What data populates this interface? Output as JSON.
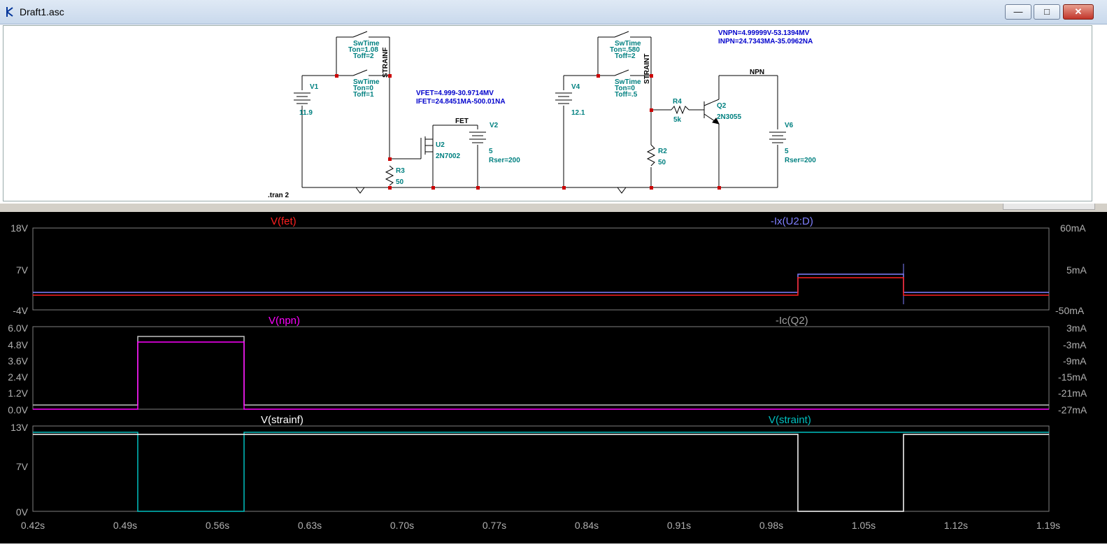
{
  "window": {
    "title": "Draft1.asc",
    "min_label": "—",
    "max_label": "□",
    "close_label": "✕"
  },
  "schematic": {
    "left_switch_top": {
      "name": "SwTime",
      "p1": "Ton=1.08",
      "p2": "Toff=2"
    },
    "left_switch_bottom": {
      "name": "SwTime",
      "p1": "Ton=0",
      "p2": "Toff=1"
    },
    "left_net_label": "STRAINF",
    "v1": {
      "name": "V1",
      "value": "11.9"
    },
    "fet_meas": {
      "line1": "VFET=4.999-30.9714MV",
      "line2": "IFET=24.8451MA-500.01NA"
    },
    "fet_net_label": "FET",
    "u2": {
      "name": "U2",
      "model": "2N7002"
    },
    "v2": {
      "name": "V2",
      "value": "5",
      "rser": "Rser=200"
    },
    "r3": {
      "name": "R3",
      "value": "50"
    },
    "tran": ".tran 2",
    "right_switch_top": {
      "name": "SwTime",
      "p1": "Ton=.580",
      "p2": "Toff=2"
    },
    "right_switch_bottom": {
      "name": "SwTime",
      "p1": "Ton=0",
      "p2": "Toff=.5"
    },
    "right_net_label": "STRAINT",
    "v4": {
      "name": "V4",
      "value": "12.1"
    },
    "npn_meas": {
      "line1": "VNPN=4.99999V-53.1394MV",
      "line2": "INPN=24.7343MA-35.0962NA"
    },
    "npn_net_label": "NPN",
    "r4": {
      "name": "R4",
      "value": "5k"
    },
    "q2": {
      "name": "Q2",
      "model": "2N3055"
    },
    "r2": {
      "name": "R2",
      "value": "50"
    },
    "v6": {
      "name": "V6",
      "value": "5",
      "rser": "Rser=200"
    },
    "colors": {
      "component": "#000080",
      "label": "#008080",
      "meas": "#0000cc",
      "wire": "#000000",
      "node": "#cc0000"
    }
  },
  "waveform": {
    "pane1": {
      "left_trace": "V(fet)",
      "right_trace": "-Ix(U2:D)",
      "left_ticks": [
        "18V",
        "7V",
        "-4V"
      ],
      "right_ticks": [
        "60mA",
        "5mA",
        "-50mA"
      ]
    },
    "pane2": {
      "left_trace": "V(npn)",
      "right_trace": "-Ic(Q2)",
      "left_ticks": [
        "6.0V",
        "4.8V",
        "3.6V",
        "2.4V",
        "1.2V",
        "0.0V"
      ],
      "right_ticks": [
        "3mA",
        "-3mA",
        "-9mA",
        "-15mA",
        "-21mA",
        "-27mA"
      ]
    },
    "pane3": {
      "left_trace": "V(strainf)",
      "right_trace": "V(straint)",
      "left_ticks": [
        "13V",
        "7V",
        "0V"
      ]
    },
    "x_ticks": [
      "0.42s",
      "0.49s",
      "0.56s",
      "0.63s",
      "0.70s",
      "0.77s",
      "0.84s",
      "0.91s",
      "0.98s",
      "1.05s",
      "1.12s",
      "1.19s"
    ],
    "colors": {
      "fet": "#ff2020",
      "ix": "#8080ff",
      "npn": "#ff00ff",
      "ic": "#c0c0c0",
      "strainf": "#ffffff",
      "straint": "#00c0c0"
    }
  }
}
